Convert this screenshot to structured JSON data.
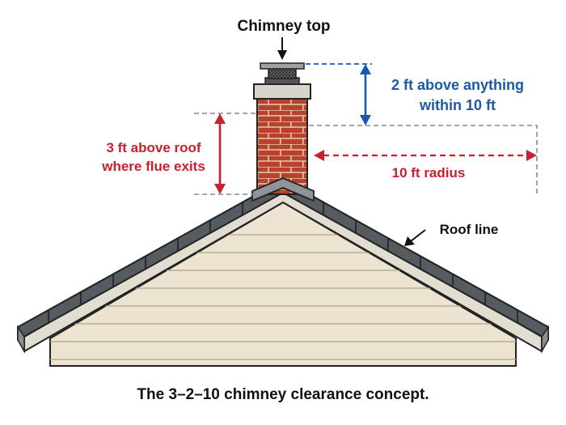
{
  "labels": {
    "chimney_top": "Chimney top",
    "clearance_2ft_line1": "2 ft above anything",
    "clearance_2ft_line2": "within 10 ft",
    "clearance_3ft_line1": "3 ft above roof",
    "clearance_3ft_line2": "where flue exits",
    "radius_10ft": "10 ft radius",
    "roof_line": "Roof line"
  },
  "caption": "The 3–2–10 chimney clearance concept.",
  "colors": {
    "blue_dimension": "#1b5aa6",
    "red_dimension": "#c8202e",
    "guide_gray": "#8a8a8a",
    "brick": "#b8432d",
    "roof_shingle": "#555b5f",
    "siding": "#ece4d1",
    "outline": "#222222"
  },
  "icons": [
    "chimney-cap-mesh-icon",
    "arrow-down-icon",
    "arrow-pointer-icon"
  ]
}
